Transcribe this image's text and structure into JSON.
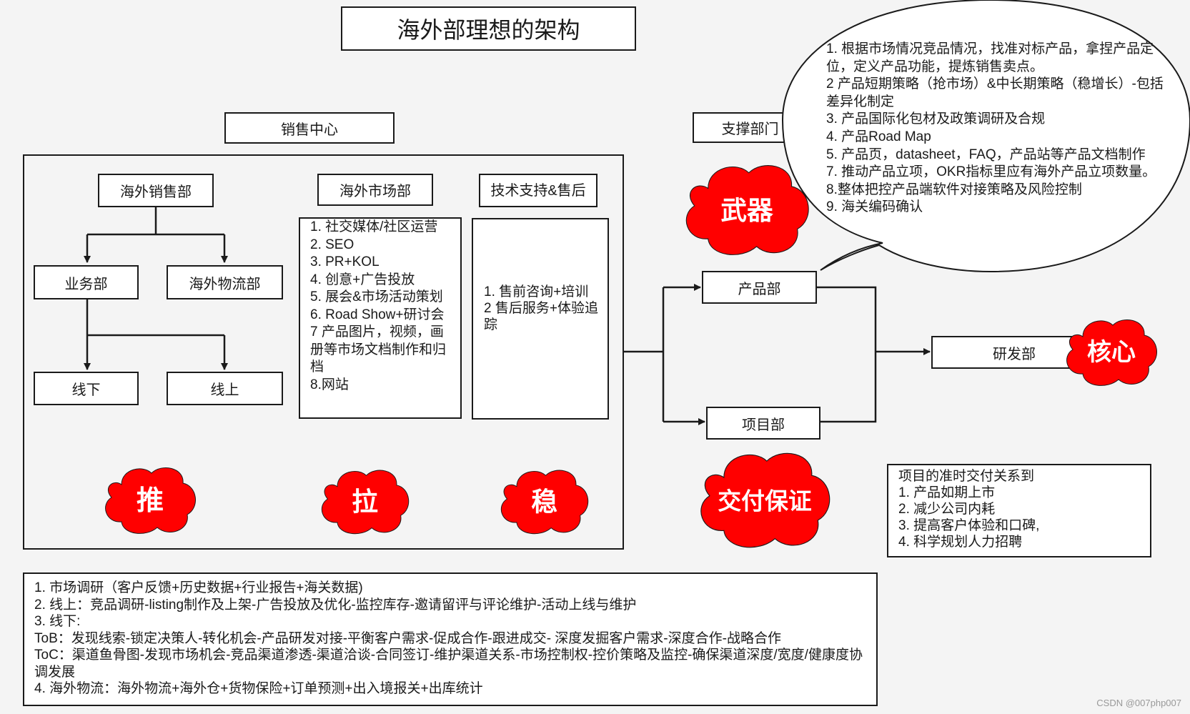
{
  "title": "海外部理想的架构",
  "sales_center": {
    "header": "销售中心",
    "overseas_sales": "海外销售部",
    "business_dept": "业务部",
    "logistics_dept": "海外物流部",
    "offline": "线下",
    "online": "线上",
    "marketing": {
      "header": "海外市场部",
      "items": [
        "1. 社交媒体/社区运营",
        "2. SEO",
        "3. PR+KOL",
        "4. 创意+广告投放",
        "5. 展会&市场活动策划",
        "6. Road Show+研讨会",
        "7 产品图片，视频，画册等市场文档制作和归档",
        "8.网站"
      ]
    },
    "tech_support": {
      "header": "技术支持&售后",
      "items": [
        "1. 售前咨询+培训",
        "2 售后服务+体验追踪"
      ]
    },
    "clouds": [
      "推",
      "拉",
      "稳"
    ]
  },
  "support": {
    "header": "支撑部门",
    "product_dept": "产品部",
    "project_dept": "项目部",
    "rnd_dept": "研发部",
    "cloud_weapon": "武器",
    "cloud_delivery": "交付保证",
    "cloud_core": "核心"
  },
  "speech_bubble": {
    "items": [
      "1. 根据市场情况竞品情况，找准对标产品，拿捏产品定位，定义产品功能，提炼销售卖点。",
      "2 产品短期策略（抢市场）&中长期策略（稳增长）-包括差异化制定",
      "3. 产品国际化包材及政策调研及合规",
      "4. 产品Road Map",
      "5. 产品页，datasheet，FAQ，产品站等产品文档制作",
      "7. 推动产品立项，OKR指标里应有海外产品立项数量。",
      "8.整体把控产品端软件对接策略及风险控制",
      "9. 海关编码确认"
    ]
  },
  "project_note": {
    "title": "项目的准时交付关系到",
    "items": [
      "1. 产品如期上市",
      "2. 减少公司内耗",
      "3. 提高客户体验和口碑,",
      "4. 科学规划人力招聘"
    ]
  },
  "bottom_notes": [
    "1. 市场调研（客户反馈+历史数据+行业报告+海关数据)",
    "2. 线上：竞品调研-listing制作及上架-广告投放及优化-监控库存-邀请留评与评论维护-活动上线与维护",
    "3. 线下:",
    "ToB：发现线索-锁定决策人-转化机会-产品研发对接-平衡客户需求-促成合作-跟进成交- 深度发掘客户需求-深度合作-战略合作",
    "ToC：渠道鱼骨图-发现市场机会-竞品渠道渗透-渠道洽谈-合同签订-维护渠道关系-市场控制权-控价策略及监控-确保渠道深度/宽度/健康度协调发展",
    "4. 海外物流：海外物流+海外仓+货物保险+订单预测+出入境报关+出库统计"
  ],
  "watermark": "CSDN @007php007",
  "colors": {
    "cloud_red": "#ff0000",
    "border": "#1a1a1a"
  }
}
